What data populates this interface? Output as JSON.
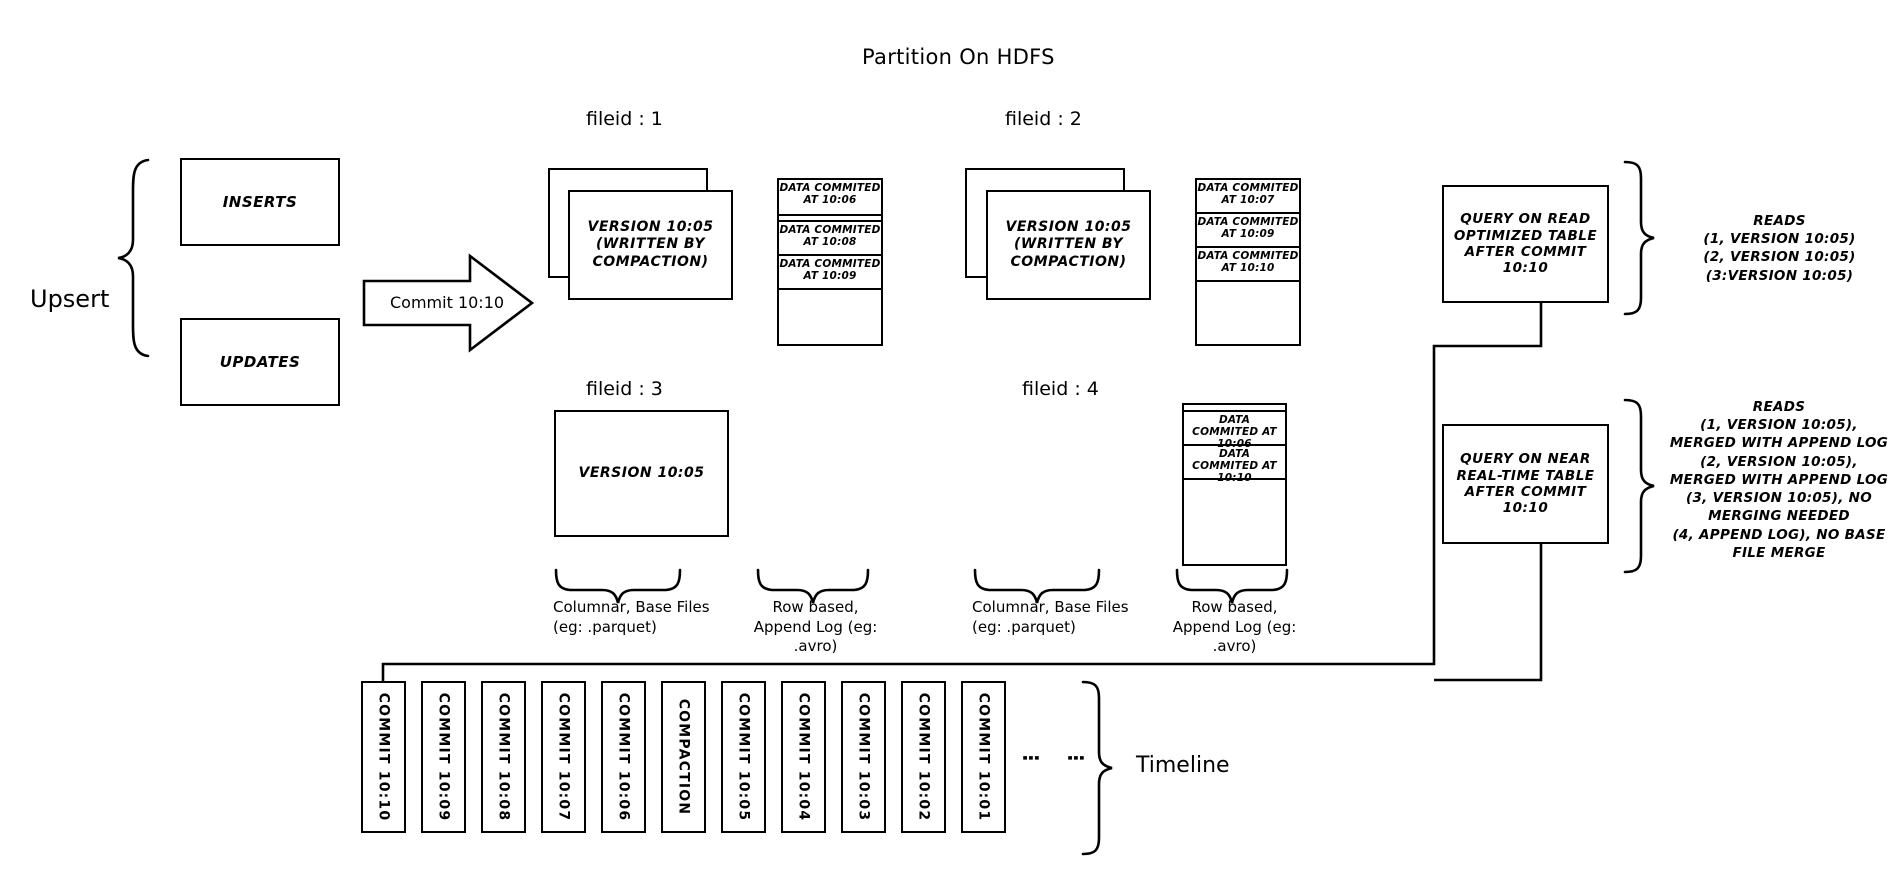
{
  "title": "Partition On HDFS",
  "left": {
    "upsert_label": "Upsert",
    "inserts_label": "INSERTS",
    "updates_label": "UPDATES",
    "commit_arrow_label": "Commit 10:10"
  },
  "filegroups": [
    {
      "id": "fileid-1",
      "header": "fileid : 1",
      "base_file_text": "VERSION 10:05\n(WRITTEN BY\nCOMPACTION)",
      "stacked": true,
      "log_rows": [
        "DATA COMMITED\nAT 10:06",
        "DATA COMMITED\nAT 10:08",
        "DATA COMMITED\nAT 10:09"
      ]
    },
    {
      "id": "fileid-2",
      "header": "fileid : 2",
      "base_file_text": "VERSION 10:05\n(WRITTEN BY\nCOMPACTION)",
      "stacked": true,
      "log_rows": [
        "DATA COMMITED\nAT 10:07",
        "DATA COMMITED\nAT 10:09",
        "DATA COMMITED\nAT 10:10"
      ]
    },
    {
      "id": "fileid-3",
      "header": "fileid : 3",
      "base_file_text": "VERSION 10:05",
      "stacked": false,
      "log_rows": []
    },
    {
      "id": "fileid-4",
      "header": "fileid : 4",
      "base_file_text": "",
      "stacked": false,
      "log_rows": [
        "DATA COMMITED\nAT 10:06",
        "DATA COMMITED\nAT 10:10"
      ]
    }
  ],
  "captions": {
    "columnar_left": "Columnar, Base Files\n(eg: .parquet)",
    "rowlog_left": "Row based,\nAppend Log  (eg:\n.avro)",
    "columnar_right": "Columnar, Base Files\n(eg: .parquet)",
    "rowlog_right": "Row based,\nAppend Log  (eg:\n.avro)"
  },
  "queries": [
    {
      "id": "read-optimized",
      "box_text": "QUERY ON READ\nOPTIMIZED TABLE\nAFTER COMMIT\n10:10",
      "reads_text": "READS\n(1, VERSION 10:05)\n(2, VERSION 10:05)\n(3:VERSION 10:05)"
    },
    {
      "id": "near-real-time",
      "box_text": "QUERY ON NEAR\nREAL-TIME TABLE\nAFTER COMMIT\n10:10",
      "reads_text": "READS\n(1, VERSION 10:05),\nMERGED WITH APPEND LOG\n(2, VERSION 10:05),\nMERGED WITH APPEND LOG\n(3, VERSION 10:05), NO\nMERGING NEEDED\n(4, APPEND LOG), NO BASE\nFILE MERGE"
    }
  ],
  "timeline": {
    "label": "Timeline",
    "ellipsis": "⋮",
    "cards": [
      "COMMIT  10:10",
      "COMMIT  10:09",
      "COMMIT  10:08",
      "COMMIT  10:07",
      "COMMIT  10:06",
      "COMPACTION",
      "COMMIT  10:05",
      "COMMIT  10:04",
      "COMMIT  10:03",
      "COMMIT  10:02",
      "COMMIT  10:01"
    ]
  },
  "colors": {
    "stroke": "#000000",
    "background": "#ffffff"
  }
}
